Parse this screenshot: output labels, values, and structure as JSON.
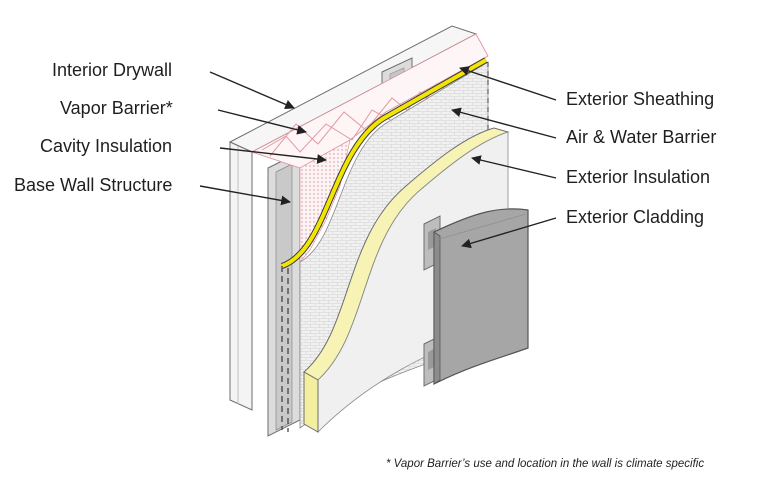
{
  "labels": {
    "interior_drywall": "Interior Drywall",
    "vapor_barrier": "Vapor Barrier*",
    "cavity_insulation": "Cavity Insulation",
    "base_wall_structure": "Base Wall Structure",
    "exterior_sheathing": "Exterior Sheathing",
    "air_water_barrier": "Air & Water Barrier",
    "exterior_insulation": "Exterior Insulation",
    "exterior_cladding": "Exterior Cladding"
  },
  "footnote": "* Vapor Barrier’s use and location in the wall is climate specific",
  "colors": {
    "insulation_yellow": "#f7f3b5",
    "insulation_edge": "#d9d38a",
    "membrane_yellow": "#f2e600",
    "cladding_gray": "#a6a6a6",
    "cladding_dark": "#7a7a7a",
    "sheathing": "#ececec",
    "drywall": "#f4f4f4",
    "outline": "#6e6e6e",
    "cavity_pink": "#e8a3ac",
    "arrow": "#222222"
  }
}
